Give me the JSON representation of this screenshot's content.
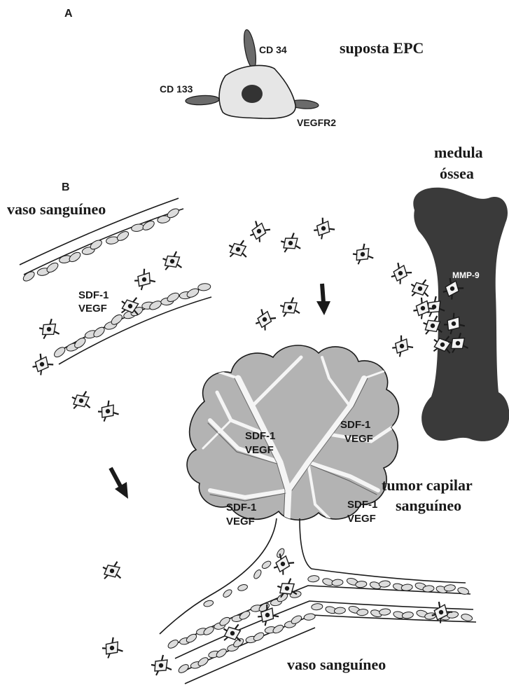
{
  "panels": {
    "a_label": "A",
    "b_label": "B"
  },
  "panel_a": {
    "title": "suposta EPC",
    "markers": {
      "cd34": "CD 34",
      "cd133": "CD 133",
      "vegfr2": "VEGFR2"
    }
  },
  "panel_b": {
    "vessel_top_label": "vaso sanguíneo",
    "vessel_bottom_label": "vaso sanguíneo",
    "bone_marrow_label_line1": "medula",
    "bone_marrow_label_line2": "óssea",
    "mmp_label": "MMP-9",
    "tumor_label_line1": "tumor capilar",
    "tumor_label_line2": "sanguíneo",
    "vessel_factors": {
      "sdf": "SDF-1",
      "vegf": "VEGF"
    },
    "tumor_factors": [
      {
        "sdf": "SDF-1",
        "vegf": "VEGF"
      },
      {
        "sdf": "SDF-1",
        "vegf": "VEGF"
      },
      {
        "sdf": "SDF-1",
        "vegf": "VEGF"
      },
      {
        "sdf": "SDF-1",
        "vegf": "VEGF"
      }
    ]
  },
  "colors": {
    "ink": "#1a1a1a",
    "bone": "#3a3a3a",
    "tumor": "#b3b3b3",
    "cell_body": "#e6e6e6",
    "nucleus": "#333333",
    "marker": "#6b6b6b",
    "rbc": "#dcdcdc"
  }
}
